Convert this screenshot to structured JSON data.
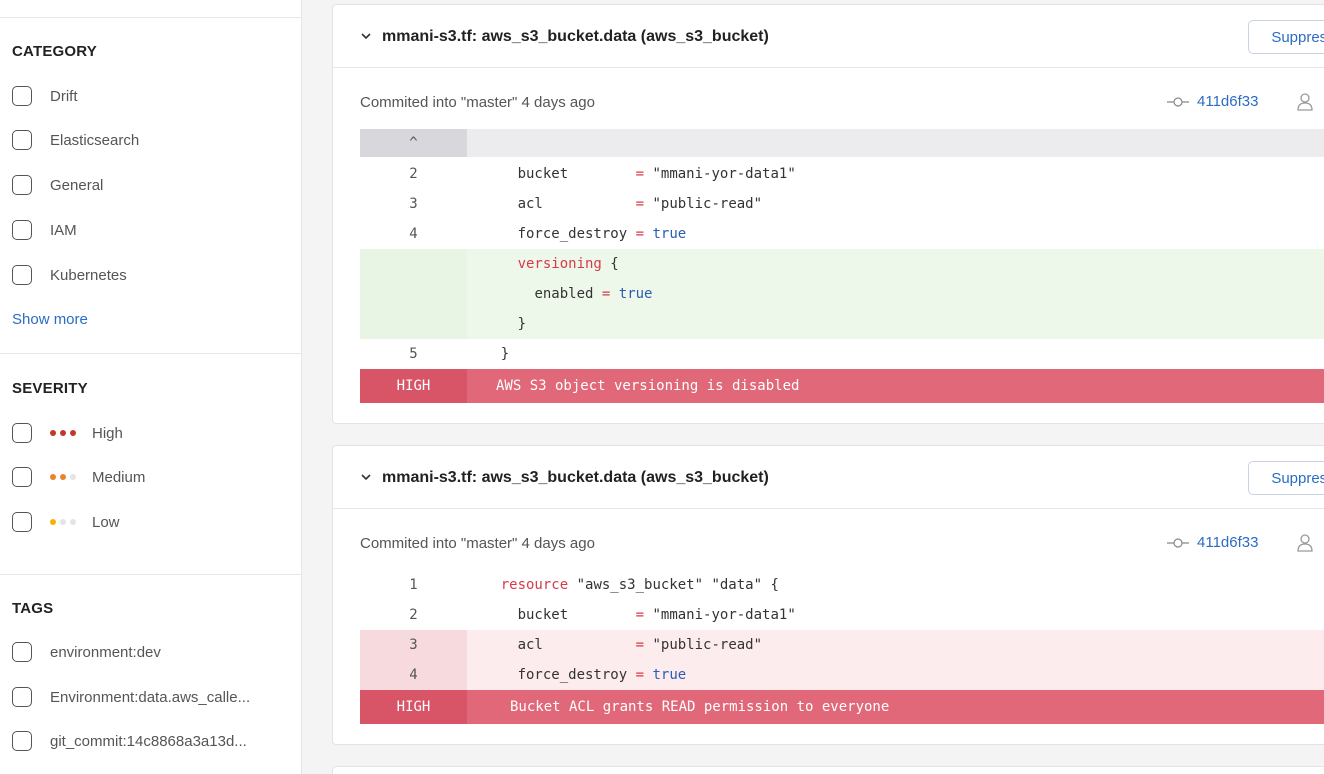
{
  "sidebar": {
    "category": {
      "title": "CATEGORY",
      "items": [
        "Drift",
        "Elasticsearch",
        "General",
        "IAM",
        "Kubernetes"
      ],
      "show_more": "Show more"
    },
    "severity": {
      "title": "SEVERITY",
      "items": [
        {
          "label": "High",
          "level": 3,
          "color": "#c0392b"
        },
        {
          "label": "Medium",
          "level": 2,
          "color": "#e8842a"
        },
        {
          "label": "Low",
          "level": 1,
          "color": "#f2b400"
        }
      ]
    },
    "tags": {
      "title": "TAGS",
      "items": [
        "environment:dev",
        "Environment:data.aws_calle...",
        "git_commit:14c8868a3a13d..."
      ]
    }
  },
  "cards": [
    {
      "title": "mmani-s3.tf: aws_s3_bucket.data (aws_s3_bucket)",
      "suppress_label": "Suppress",
      "commit_text": "Commited into \"master\" 4 days ago",
      "commit_hash": "411d6f33",
      "expand_symbol": "^",
      "lines": [
        {
          "num": "2",
          "key": "bucket",
          "pad": "        ",
          "op": "=",
          "value": "\"mmani-yor-data1\""
        },
        {
          "num": "3",
          "key": "acl",
          "pad": "           ",
          "op": "=",
          "value": "\"public-read\""
        },
        {
          "num": "4",
          "key": "force_destroy",
          "pad": " ",
          "op": "=",
          "value": "true"
        },
        {
          "num": "",
          "key": "versioning",
          "brace": " {"
        },
        {
          "num": "",
          "key": "enabled",
          "op": "=",
          "value": "true"
        },
        {
          "num": "",
          "text": "}"
        },
        {
          "num": "5",
          "text": "}"
        }
      ],
      "finding": {
        "severity": "HIGH",
        "message": "AWS S3 object versioning is disabled"
      }
    },
    {
      "title": "mmani-s3.tf: aws_s3_bucket.data (aws_s3_bucket)",
      "suppress_label": "Suppress",
      "commit_text": "Commited into \"master\" 4 days ago",
      "commit_hash": "411d6f33",
      "lines": [
        {
          "num": "1",
          "keyword": "resource",
          "rest": " \"aws_s3_bucket\" \"data\" {"
        },
        {
          "num": "2",
          "key": "bucket",
          "pad": "        ",
          "op": "=",
          "value": "\"mmani-yor-data1\""
        },
        {
          "num": "3",
          "key": "acl",
          "pad": "           ",
          "op": "=",
          "value": "\"public-read\""
        },
        {
          "num": "4",
          "key": "force_destroy",
          "pad": " ",
          "op": "=",
          "value": "true"
        }
      ],
      "finding": {
        "severity": "HIGH",
        "message": "Bucket ACL grants READ permission to everyone"
      }
    }
  ]
}
